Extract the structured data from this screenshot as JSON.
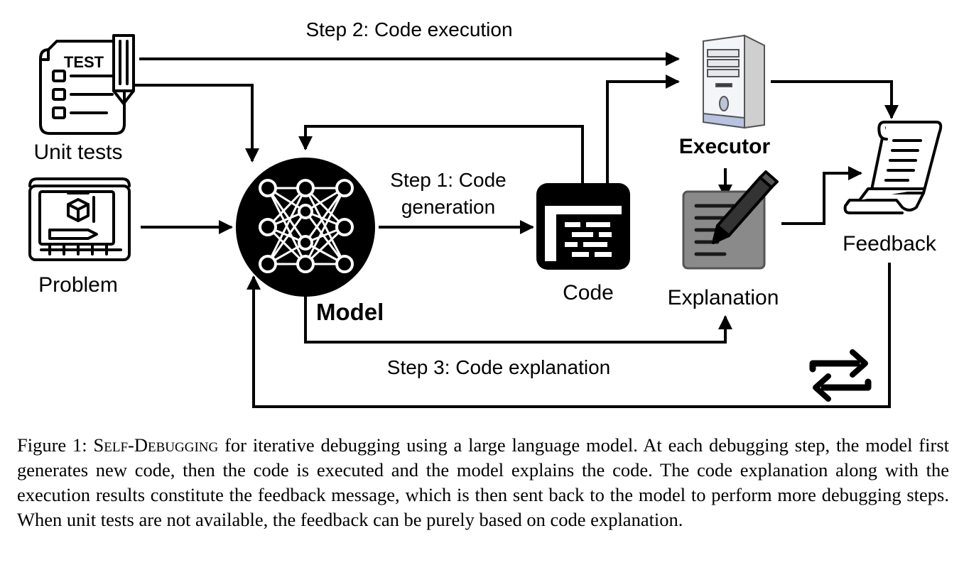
{
  "diagram": {
    "labels": {
      "step2": "Step 2: Code execution",
      "unit_tests": "Unit tests",
      "test_icon_text": "TEST",
      "problem": "Problem",
      "model": "Model",
      "step1_line1": "Step 1: Code",
      "step1_line2": "generation",
      "code": "Code",
      "executor": "Executor",
      "explanation": "Explanation",
      "feedback": "Feedback",
      "step3": "Step 3: Code explanation"
    },
    "icons": [
      "test-sheet-icon",
      "blueprint-icon",
      "neural-network-icon",
      "code-window-icon",
      "server-tower-icon",
      "notepad-pen-icon",
      "scroll-icon",
      "loop-arrows-icon"
    ]
  },
  "caption": {
    "prefix": "Figure 1: ",
    "name": "Self-Debugging",
    "body": " for iterative debugging using a large language model. At each debugging step, the model first generates new code, then the code is executed and the model explains the code. The code explanation along with the execution results constitute the feedback message, which is then sent back to the model to perform more debugging steps. When unit tests are not available, the feedback can be purely based on code explanation."
  }
}
